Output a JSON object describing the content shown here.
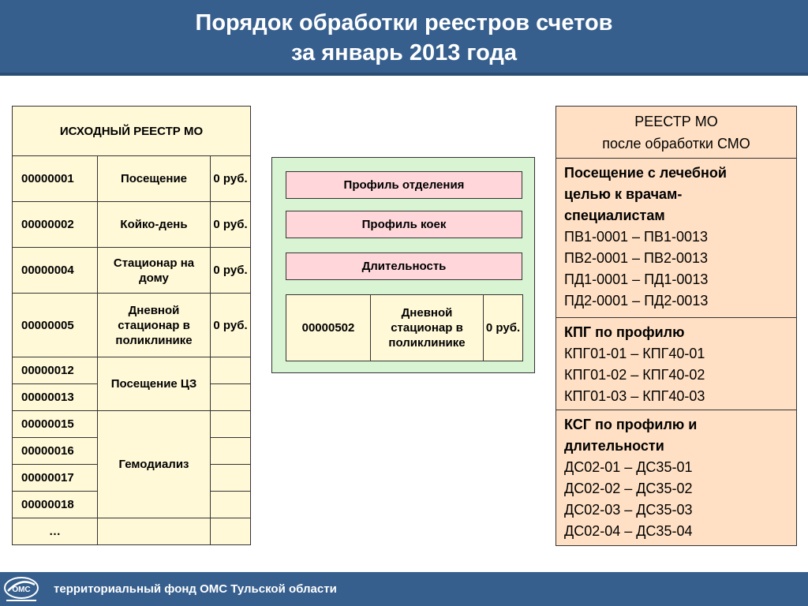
{
  "header": {
    "title_line1": "Порядок обработки реестров счетов",
    "title_line2": "за январь 2013 года"
  },
  "source_registry": {
    "header": "ИСХОДНЫЙ РЕЕСТР МО",
    "rows": [
      {
        "code": "00000001",
        "name": "Посещение",
        "price": "0 руб."
      },
      {
        "code": "00000002",
        "name": "Койко-день",
        "price": "0 руб."
      },
      {
        "code": "00000004",
        "name": "Стационар на дому",
        "price": "0 руб."
      },
      {
        "code": "00000005",
        "name": "Дневной стационар в поликлинике",
        "price": "0 руб."
      },
      {
        "code": "00000012",
        "name": "Посещение ЦЗ",
        "price": ""
      },
      {
        "code": "00000013",
        "name": "",
        "price": ""
      },
      {
        "code": "00000015",
        "name": "Гемодиализ",
        "price": ""
      },
      {
        "code": "00000016",
        "name": "",
        "price": ""
      },
      {
        "code": "00000017",
        "name": "",
        "price": ""
      },
      {
        "code": "00000018",
        "name": "",
        "price": ""
      },
      {
        "code": "…",
        "name": "",
        "price": ""
      }
    ]
  },
  "processing": {
    "boxes": [
      "Профиль отделения",
      "Профиль коек",
      "Длительность"
    ],
    "example": {
      "code": "00000502",
      "name": "Дневной стационар в поликлинике",
      "price": "0 руб."
    }
  },
  "result_registry": {
    "header_line1": "РЕЕСТР МО",
    "header_line2": "после обработки СМО",
    "sections": [
      {
        "title_lines": [
          "Посещение с лечебной",
          "целью к врачам-",
          "специалистам"
        ],
        "items": [
          "ПВ1-0001 – ПВ1-0013",
          "ПВ2-0001 – ПВ2-0013",
          "ПД1-0001 – ПД1-0013",
          "ПД2-0001 – ПД2-0013"
        ]
      },
      {
        "title_lines": [
          "КПГ по профилю"
        ],
        "items": [
          "КПГ01-01 – КПГ40-01",
          "КПГ01-02 – КПГ40-02",
          "КПГ01-03 – КПГ40-03"
        ]
      },
      {
        "title_lines": [
          "КСГ по профилю и",
          "длительности"
        ],
        "items": [
          "ДС02-01 – ДС35-01",
          "ДС02-02 – ДС35-02",
          "ДС02-03 – ДС35-03",
          "ДС02-04 – ДС35-04"
        ]
      }
    ]
  },
  "footer": {
    "text": "территориальный фонд ОМС Тульской области",
    "logo_text": "ОМС"
  },
  "colors": {
    "header_bg": "#365f8e",
    "source_bg": "#fff9d8",
    "panel_bg": "#d9f4d3",
    "box_bg": "#ffd7db",
    "result_bg": "#ffe0c4"
  }
}
